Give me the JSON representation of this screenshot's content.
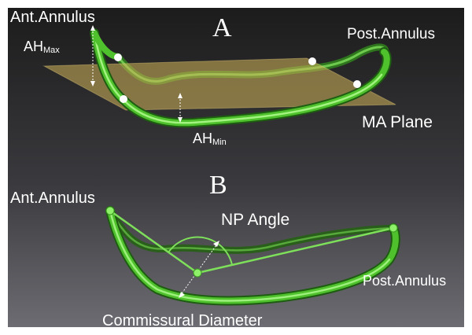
{
  "panel_a": {
    "letter": "A",
    "labels": {
      "ant_annulus": "Ant.Annulus",
      "post_annulus": "Post.Annulus",
      "ah_max_main": "AH",
      "ah_max_sub": "Max",
      "ah_min_main": "AH",
      "ah_min_sub": "Min",
      "ma_plane": "MA Plane"
    }
  },
  "panel_b": {
    "letter": "B",
    "labels": {
      "ant_annulus": "Ant.Annulus",
      "post_annulus": "Post.Annulus",
      "np_angle": "NP Angle",
      "commissural_diameter": "Commissural Diameter"
    }
  },
  "colors": {
    "background_top": "#1e1e1e",
    "background_bottom": "#6a6a70",
    "annulus_green": "#5fd23c",
    "annulus_dark": "#1f5a14",
    "plane": "#d2b45a",
    "label": "#ffffff"
  }
}
